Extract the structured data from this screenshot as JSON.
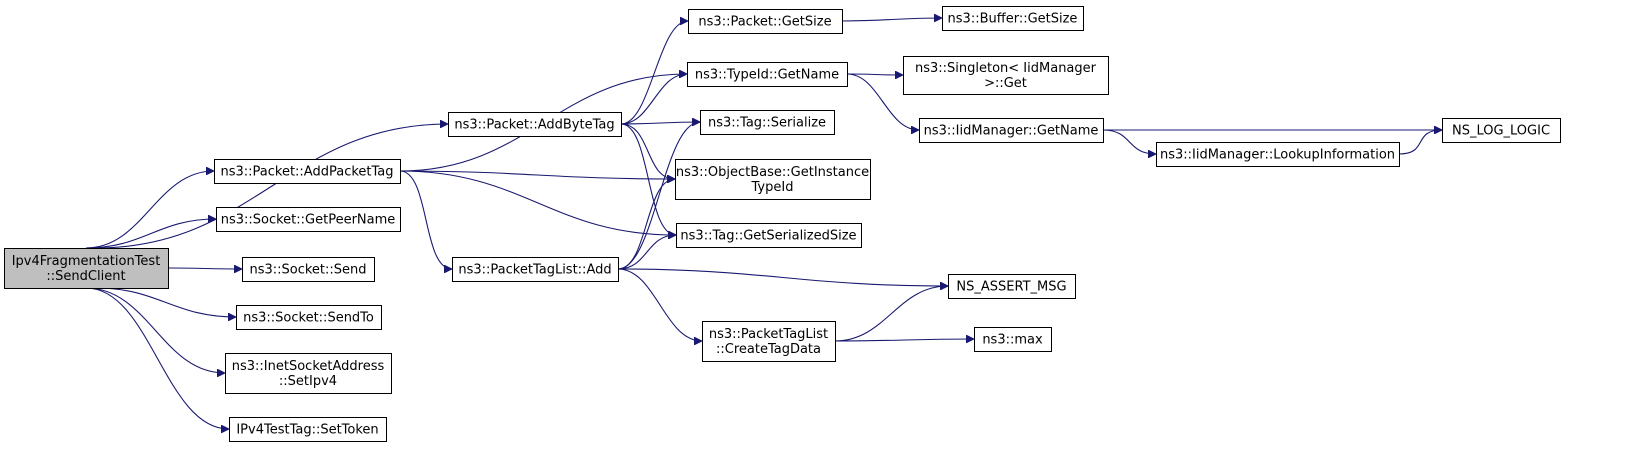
{
  "colors": {
    "edge": "#191970",
    "root_fill": "#bfbfbf",
    "node_fill": "#ffffff",
    "border": "#000000"
  },
  "nodes": {
    "root": [
      "Ipv4FragmentationTest",
      "::SendClient"
    ],
    "add_packet_tag": [
      "ns3::Packet::AddPacketTag"
    ],
    "socket_get_peer_name": [
      "ns3::Socket::GetPeerName"
    ],
    "socket_send": [
      "ns3::Socket::Send"
    ],
    "socket_send_to": [
      "ns3::Socket::SendTo"
    ],
    "inet_set_ipv4": [
      "ns3::InetSocketAddress",
      "::SetIpv4"
    ],
    "ipv4_test_tag_set_token": [
      "IPv4TestTag::SetToken"
    ],
    "add_byte_tag": [
      "ns3::Packet::AddByteTag"
    ],
    "packet_tag_list_add": [
      "ns3::PacketTagList::Add"
    ],
    "packet_get_size": [
      "ns3::Packet::GetSize"
    ],
    "typeid_get_name": [
      "ns3::TypeId::GetName"
    ],
    "tag_serialize": [
      "ns3::Tag::Serialize"
    ],
    "objectbase_get_instance_typeid": [
      "ns3::ObjectBase::GetInstance",
      "TypeId"
    ],
    "tag_get_serialized_size": [
      "ns3::Tag::GetSerializedSize"
    ],
    "create_tag_data": [
      "ns3::PacketTagList",
      "::CreateTagData"
    ],
    "buffer_get_size": [
      "ns3::Buffer::GetSize"
    ],
    "singleton_get": [
      "ns3::Singleton< IidManager",
      " >::Get"
    ],
    "iidmanager_get_name": [
      "ns3::IidManager::GetName"
    ],
    "lookup_information": [
      "ns3::IidManager::LookupInformation"
    ],
    "ns_assert_msg": [
      "NS_ASSERT_MSG"
    ],
    "ns3_max": [
      "ns3::max"
    ],
    "ns_log_logic": [
      "NS_LOG_LOGIC"
    ]
  },
  "edges": [
    [
      "root",
      "add_packet_tag"
    ],
    [
      "root",
      "socket_get_peer_name"
    ],
    [
      "root",
      "socket_send"
    ],
    [
      "root",
      "socket_send_to"
    ],
    [
      "root",
      "inet_set_ipv4"
    ],
    [
      "root",
      "ipv4_test_tag_set_token"
    ],
    [
      "root",
      "add_byte_tag"
    ],
    [
      "add_packet_tag",
      "typeid_get_name"
    ],
    [
      "add_packet_tag",
      "objectbase_get_instance_typeid"
    ],
    [
      "add_packet_tag",
      "tag_get_serialized_size"
    ],
    [
      "add_packet_tag",
      "packet_tag_list_add"
    ],
    [
      "add_byte_tag",
      "packet_get_size"
    ],
    [
      "add_byte_tag",
      "typeid_get_name"
    ],
    [
      "add_byte_tag",
      "tag_serialize"
    ],
    [
      "add_byte_tag",
      "objectbase_get_instance_typeid"
    ],
    [
      "add_byte_tag",
      "tag_get_serialized_size"
    ],
    [
      "packet_tag_list_add",
      "tag_serialize"
    ],
    [
      "packet_tag_list_add",
      "objectbase_get_instance_typeid"
    ],
    [
      "packet_tag_list_add",
      "tag_get_serialized_size"
    ],
    [
      "packet_tag_list_add",
      "ns_assert_msg"
    ],
    [
      "packet_tag_list_add",
      "create_tag_data"
    ],
    [
      "packet_get_size",
      "buffer_get_size"
    ],
    [
      "typeid_get_name",
      "singleton_get"
    ],
    [
      "typeid_get_name",
      "iidmanager_get_name"
    ],
    [
      "iidmanager_get_name",
      "ns_log_logic"
    ],
    [
      "iidmanager_get_name",
      "lookup_information"
    ],
    [
      "lookup_information",
      "ns_log_logic"
    ],
    [
      "create_tag_data",
      "ns_assert_msg"
    ],
    [
      "create_tag_data",
      "ns3_max"
    ]
  ]
}
